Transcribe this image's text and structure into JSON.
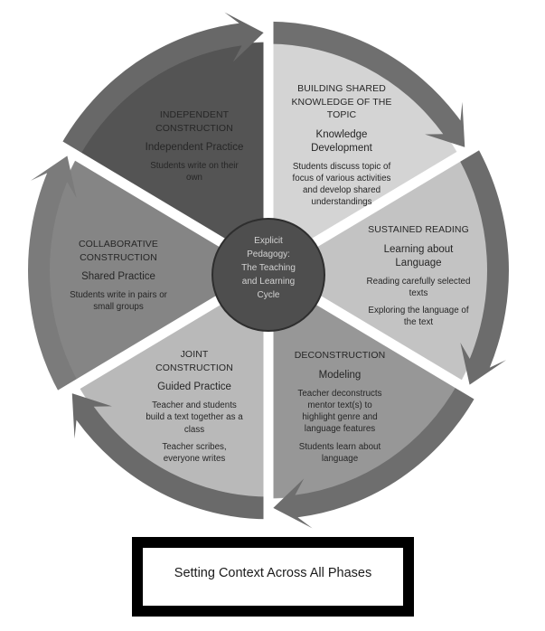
{
  "diagram": {
    "center_label": "Explicit\nPedagogy:\nThe Teaching\nand Learning\nCycle",
    "center_fill": "#4e4e4e",
    "segments": [
      {
        "id": "building-shared-knowledge",
        "title": "BUILDING SHARED\nKNOWLEDGE OF THE\nTOPIC",
        "subtitle": "Knowledge\nDevelopment",
        "descriptions": [
          "Students discuss topic of\nfocus of various activities\nand develop shared\nunderstandings"
        ],
        "fill": "#d4d4d4",
        "arrow": "#6f6f6f"
      },
      {
        "id": "sustained-reading",
        "title": "SUSTAINED READING",
        "subtitle": "Learning about\nLanguage",
        "descriptions": [
          "Reading carefully selected\ntexts",
          "Exploring the language of\nthe text"
        ],
        "fill": "#c3c3c3",
        "arrow": "#6c6c6c"
      },
      {
        "id": "deconstruction",
        "title": "DECONSTRUCTION",
        "subtitle": "Modeling",
        "descriptions": [
          "Teacher deconstructs\nmentor text(s) to\nhighlight genre and\nlanguage features",
          "Students learn about\nlanguage"
        ],
        "fill": "#979797",
        "arrow": "#6e6e6e"
      },
      {
        "id": "joint-construction",
        "title": "JOINT\nCONSTRUCTION",
        "subtitle": "Guided Practice",
        "descriptions": [
          "Teacher and students\nbuild a text together as a\nclass",
          "Teacher scribes,\neveryone writes"
        ],
        "fill": "#b9b9b9",
        "arrow": "#6a6a6a"
      },
      {
        "id": "collaborative-construction",
        "title": "COLLABORATIVE\nCONSTRUCTION",
        "subtitle": "Shared Practice",
        "descriptions": [
          "Students write in pairs or\nsmall groups"
        ],
        "fill": "#858585",
        "arrow": "#7b7b7b"
      },
      {
        "id": "independent-construction",
        "title": "INDEPENDENT\nCONSTRUCTION",
        "subtitle": "Independent Practice",
        "descriptions": [
          "Students write on their\nown"
        ],
        "fill": "#545454",
        "arrow": "#686868"
      }
    ]
  },
  "footer": {
    "label": "Setting Context Across All Phases"
  }
}
